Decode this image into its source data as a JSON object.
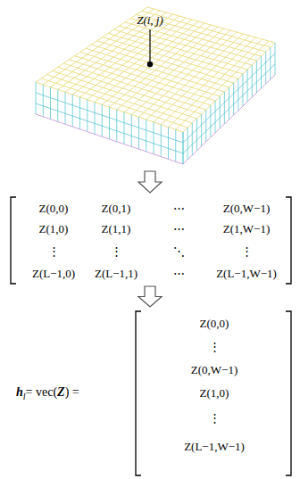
{
  "diagram": {
    "labels": [
      "Z(i, j)",
      "Z(0,0)",
      "Z(0,1)",
      "⋯",
      "Z(0,W−1)",
      "Z(1,0)",
      "Z(1,1)",
      "⋯",
      "Z(1,W−1)",
      "⋮",
      "⋮",
      "⋱",
      "⋮",
      "Z(L−1,0)",
      "Z(L−1,1)",
      "⋯",
      "Z(L−1,W−1)",
      "h",
      "l",
      "= vec(",
      "Z",
      ") =",
      "Z(0,0)",
      "⋮",
      "Z(0,W−1)",
      "Z(1,0)",
      "⋮",
      "Z(L−1,W−1)"
    ]
  }
}
